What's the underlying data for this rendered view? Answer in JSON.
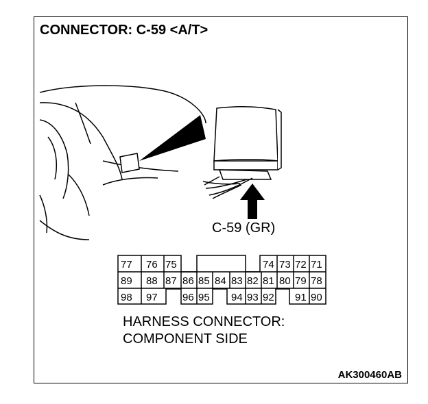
{
  "title": "CONNECTOR: C-59 <A/T>",
  "connector_label": "C-59 (GR)",
  "harness_line1": "HARNESS CONNECTOR:",
  "harness_line2": "COMPONENT SIDE",
  "figure_code": "AK300460AB",
  "pins": {
    "row1": [
      "77",
      "76",
      "75",
      "74",
      "73",
      "72",
      "71"
    ],
    "row2": [
      "89",
      "88",
      "87",
      "86",
      "85",
      "84",
      "83",
      "82",
      "81",
      "80",
      "79",
      "78"
    ],
    "row3": [
      "98",
      "97",
      "96",
      "95",
      "94",
      "93",
      "92",
      "91",
      "90"
    ]
  }
}
